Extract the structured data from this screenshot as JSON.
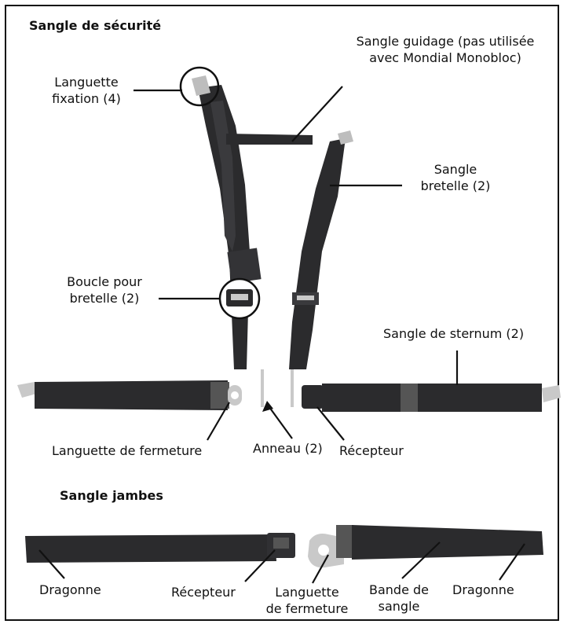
{
  "sections": {
    "safety_title": "Sangle de sécurité",
    "legs_title": "Sangle jambes"
  },
  "labels": {
    "guide_strap_1": "Sangle guidage (pas utilisée",
    "guide_strap_2": "avec Mondial Monobloc)",
    "fix_tab_1": "Languette",
    "fix_tab_2": "fixation (4)",
    "shoulder_1": "Sangle",
    "shoulder_2": "bretelle (2)",
    "buckle_1": "Boucle pour",
    "buckle_2": "bretelle (2)",
    "sternum": "Sangle de sternum (2)",
    "latch_tab": "Languette de fermeture",
    "ring": "Anneau (2)",
    "receiver": "Récepteur",
    "leg_dragonne_left": "Dragonne",
    "leg_receiver": "Récepteur",
    "leg_latch_1": "Languette",
    "leg_latch_2": "de fermeture",
    "strap_band_1": "Bande de",
    "strap_band_2": "sangle",
    "leg_dragonne_right": "Dragonne"
  },
  "colors": {
    "strap": "#2b2b2d",
    "strap_light": "#3a3a3d",
    "metal": "#c9c9c9",
    "border": "#111111"
  }
}
